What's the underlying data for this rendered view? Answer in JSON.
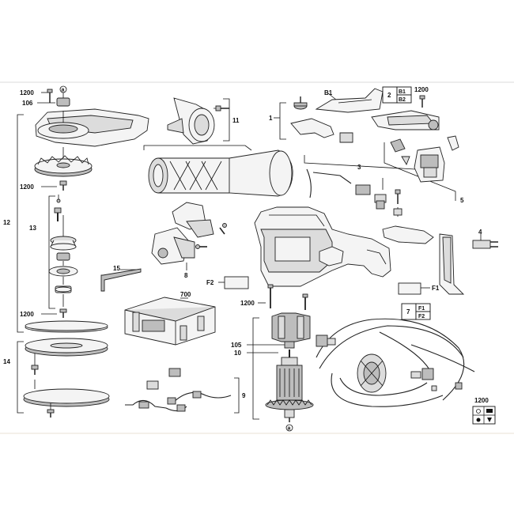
{
  "callouts": {
    "a_top": "a",
    "a_bottom": "a",
    "l1200_top": "1200",
    "l106": "106",
    "l1200_mid": "1200",
    "l12": "12",
    "l13": "13",
    "l1200_low": "1200",
    "l14": "14",
    "l11": "11",
    "l15": "15",
    "l8": "8",
    "l700": "700",
    "l9": "9",
    "l1": "1",
    "lB1": "B1",
    "l2": "2",
    "lB1_box": "B1",
    "lB2_box": "B2",
    "l1200_right": "1200",
    "l3": "3",
    "l5": "5",
    "l4": "4",
    "lF2": "F2",
    "lF1": "F1",
    "l7": "7",
    "lF1_box": "F1",
    "lF2_box": "F2",
    "l1200_center": "1200",
    "l105": "105",
    "l10": "10",
    "l1200_br": "1200"
  },
  "icons": [
    "screw-icon",
    "carrying-case-icon",
    "plug-icon",
    "hex-key-icon",
    "armature-icon",
    "carbon-brush-icon",
    "sanding-pad-icon"
  ]
}
